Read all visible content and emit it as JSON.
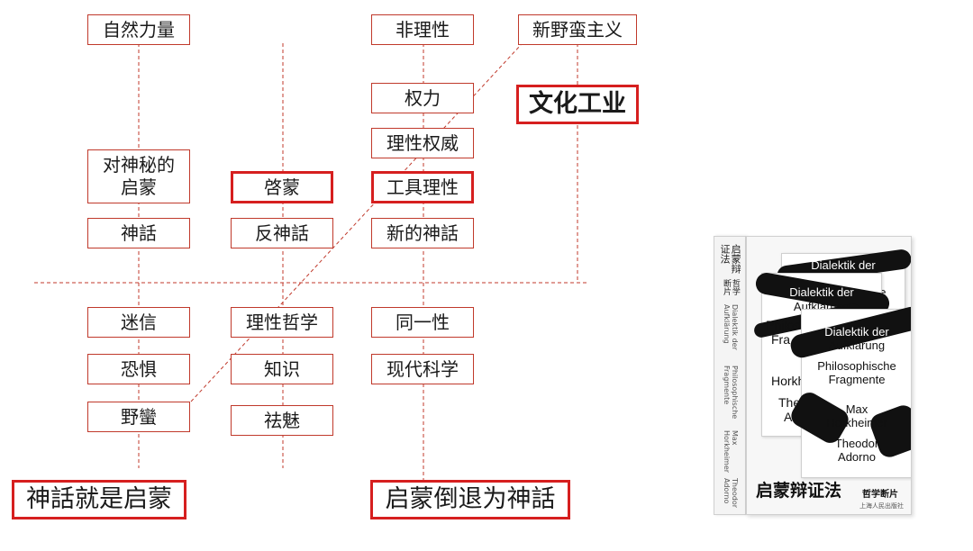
{
  "colors": {
    "accent": "#d61f1f",
    "line": "#c0392b",
    "text": "#1a1a1a"
  },
  "nodes": {
    "ziranliliang": "自然力量",
    "feilixing": "非理性",
    "xinyemanzhuyi": "新野蛮主义",
    "quanli": "权力",
    "wenhuagongye": "文化工业",
    "lixingquanwei": "理性权威",
    "duishenmide": "对神秘的\n启蒙",
    "qimeng": "啓蒙",
    "gongjulixing": "工具理性",
    "shenhua": "神話",
    "fanshenhua": "反神話",
    "xindeshenhua": "新的神話",
    "mixin": "迷信",
    "lixingzhexue": "理性哲学",
    "tongyixing": "同一性",
    "kongju": "恐惧",
    "zhishi": "知识",
    "xiandaikexue": "现代科学",
    "yeman": "野蠻",
    "qumei": "祛魅",
    "shenhuajiushiqimeng": "神話就是启蒙",
    "qimengdaotuiweishenhua": "启蒙倒退为神話"
  },
  "book": {
    "spine_title": "启蒙辩证法",
    "spine_subtitle": "哲学断片",
    "spine_de_title": "Dialektik der Aufklärung",
    "spine_de_sub": "Philosophische Fragmente",
    "spine_author": "Max Horkheimer",
    "spine_author2": "Theodor Adorno",
    "cover_line1": "Dialektik der",
    "cover_line2": "Aufklärung",
    "cover_line3": "Philosophische",
    "cover_line4": "Fragmente",
    "cover_line5": "Max",
    "cover_line6": "Horkheimer",
    "cover_line7": "Theodor",
    "cover_line8": "Adorno",
    "cover_frag_philos": "Philos",
    "cover_frag_fra": "Fra",
    "cover_frag_horkh": "Horkh",
    "cover_frag_the": "The",
    "cover_frag_a": "A",
    "cover_frag_sche": "sche",
    "cover_title": "启蒙辩证法",
    "cover_subtitle": "哲学断片",
    "publisher": "上海人民出版社"
  }
}
